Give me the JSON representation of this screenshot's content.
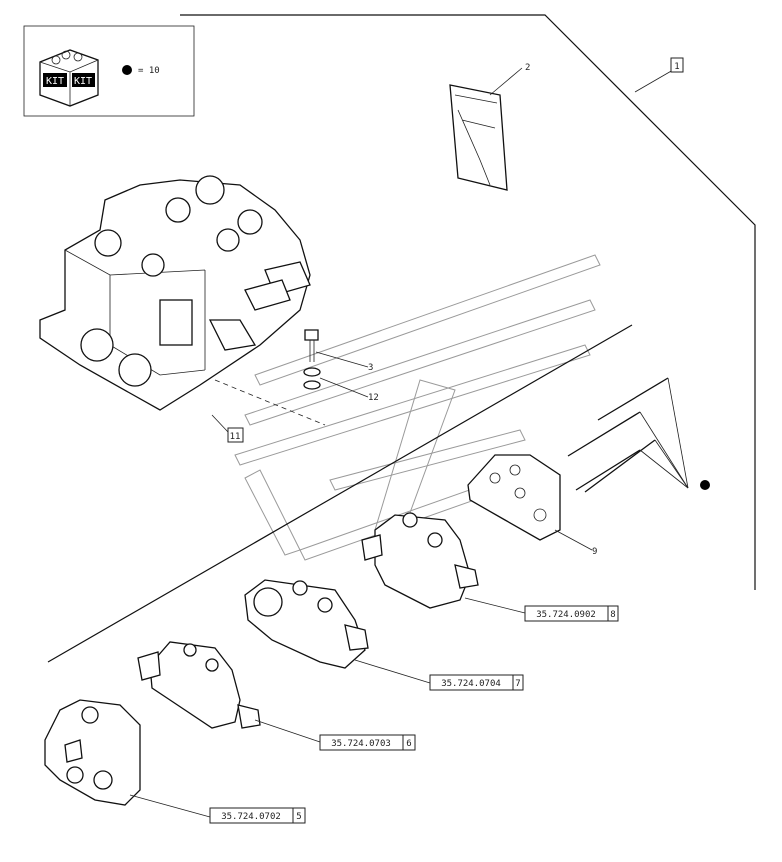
{
  "kit_legend": {
    "kit_label_left": "KIT",
    "kit_label_right": "KIT",
    "dot_equals": "= 10"
  },
  "callouts": {
    "item_1": "1",
    "item_2": "2",
    "item_3": "3",
    "item_9": "9",
    "item_11": "11",
    "item_12": "12"
  },
  "references": [
    {
      "code": "35.724.0902",
      "item": "8"
    },
    {
      "code": "35.724.0704",
      "item": "7"
    },
    {
      "code": "35.724.0703",
      "item": "6"
    },
    {
      "code": "35.724.0702",
      "item": "5"
    }
  ]
}
